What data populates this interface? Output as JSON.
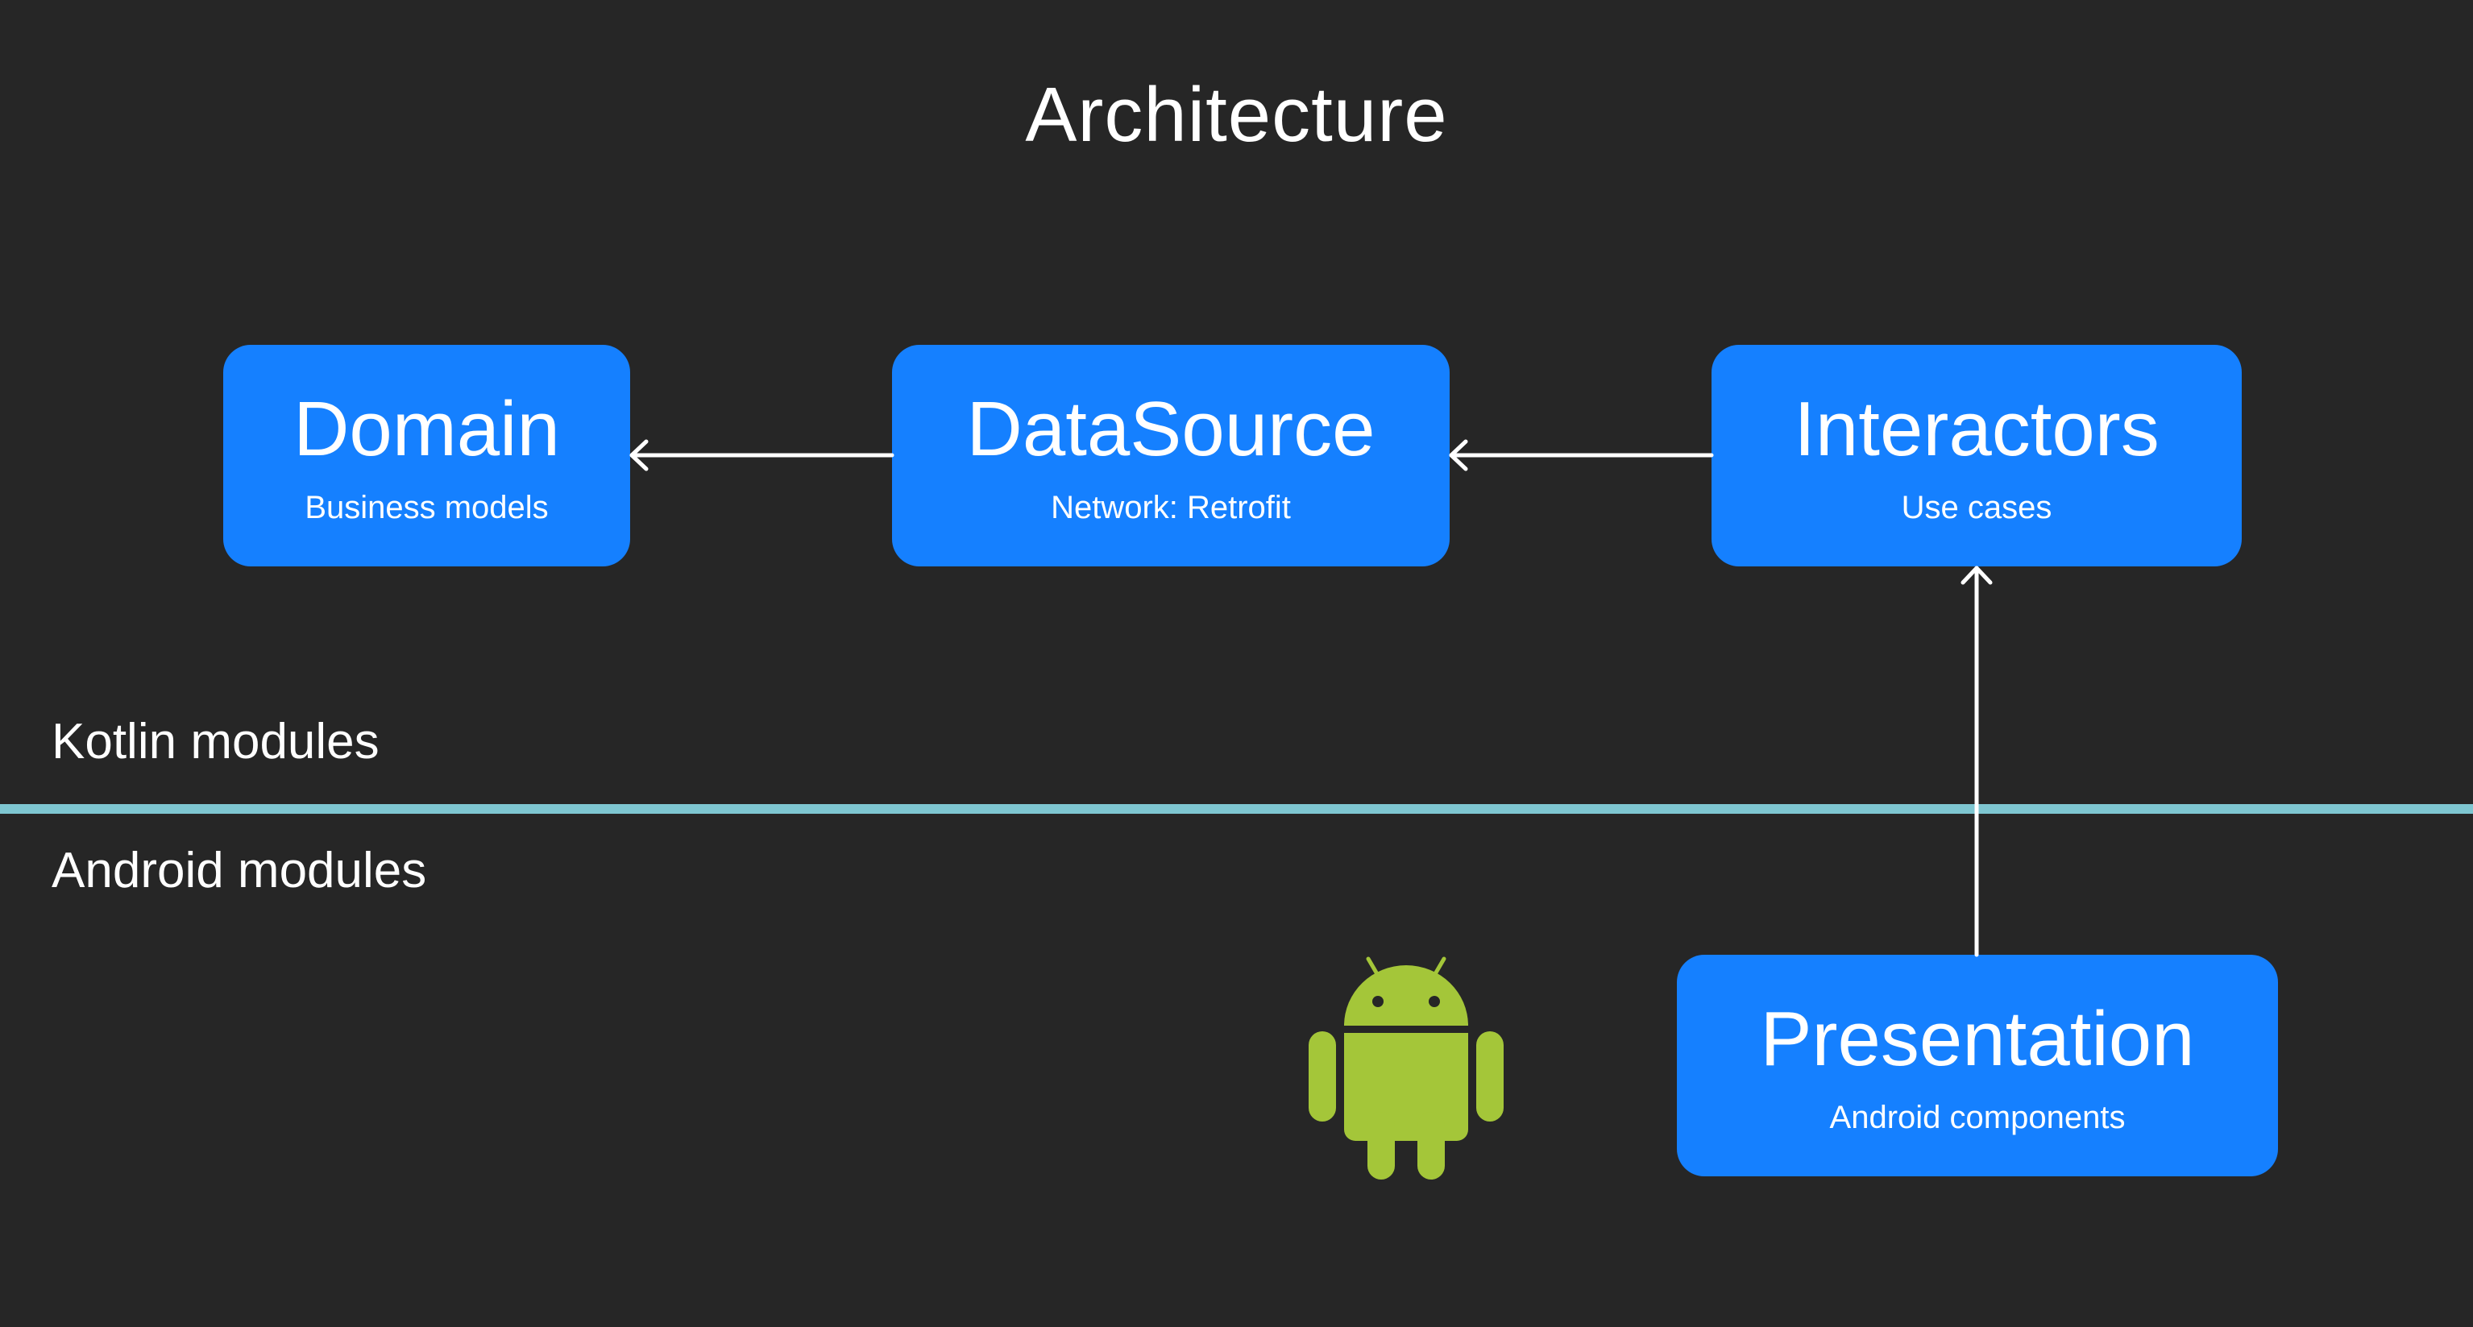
{
  "title": "Architecture",
  "boxes": {
    "domain": {
      "title": "Domain",
      "subtitle": "Business models"
    },
    "datasource": {
      "title": "DataSource",
      "subtitle": "Network: Retrofit"
    },
    "interactors": {
      "title": "Interactors",
      "subtitle": "Use cases"
    },
    "presentation": {
      "title": "Presentation",
      "subtitle": "Android components"
    }
  },
  "sections": {
    "kotlin": "Kotlin modules",
    "android": "Android modules"
  },
  "icons": {
    "android": "android-robot-icon"
  },
  "colors": {
    "background": "#262626",
    "box": "#1580ff",
    "divider": "#7ec6d1",
    "android": "#a4c639",
    "arrow": "#ffffff"
  }
}
